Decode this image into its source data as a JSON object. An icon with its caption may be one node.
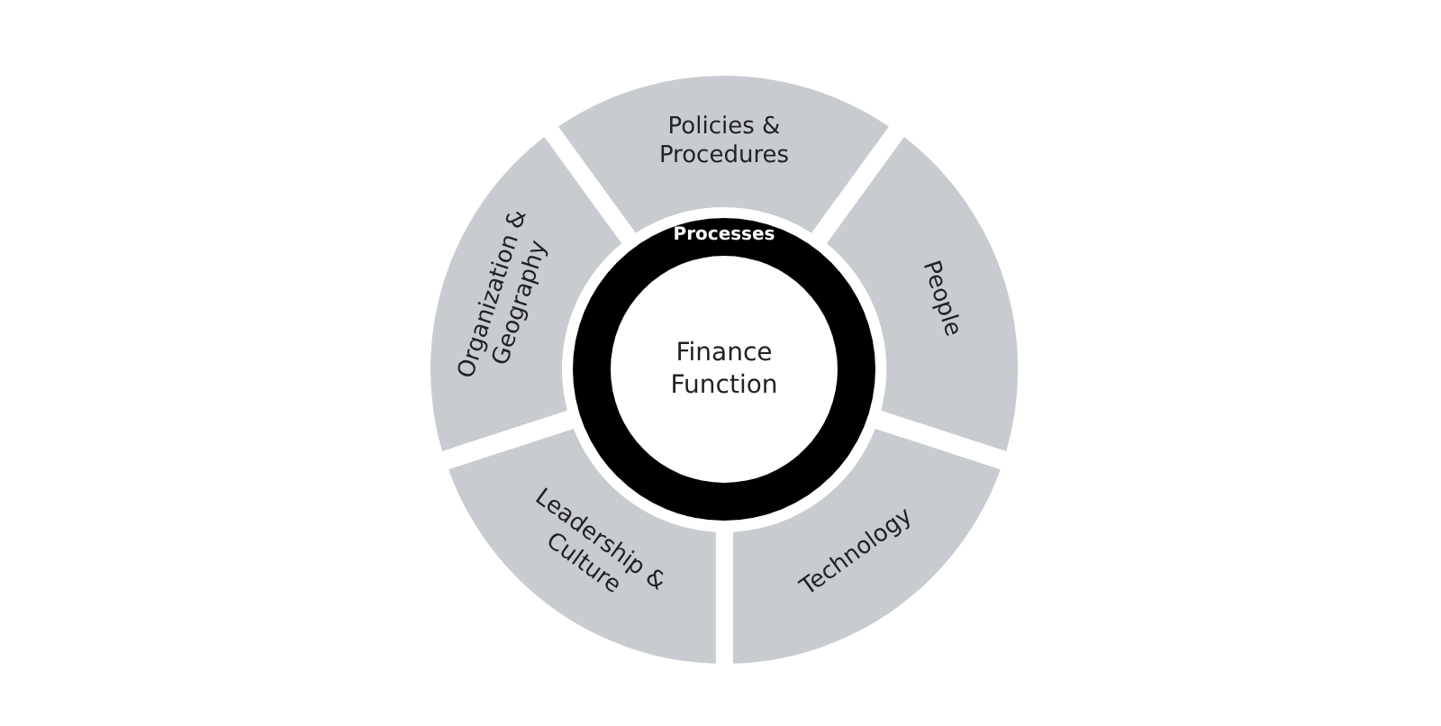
{
  "diagram": {
    "nodes": [
      {
        "text": [
          "Policies & Procedures"
        ]
      },
      {
        "text": [
          "People"
        ]
      },
      {
        "text": [
          "Technology"
        ]
      },
      {
        "text": [
          "Leadership & Culture"
        ]
      },
      {
        "text": [
          "Organization & Geography"
        ]
      },
      {
        "text": [
          "Processes"
        ]
      },
      {
        "text": [
          "Finance Function"
        ],
        "in": 5
      }
    ]
  }
}
